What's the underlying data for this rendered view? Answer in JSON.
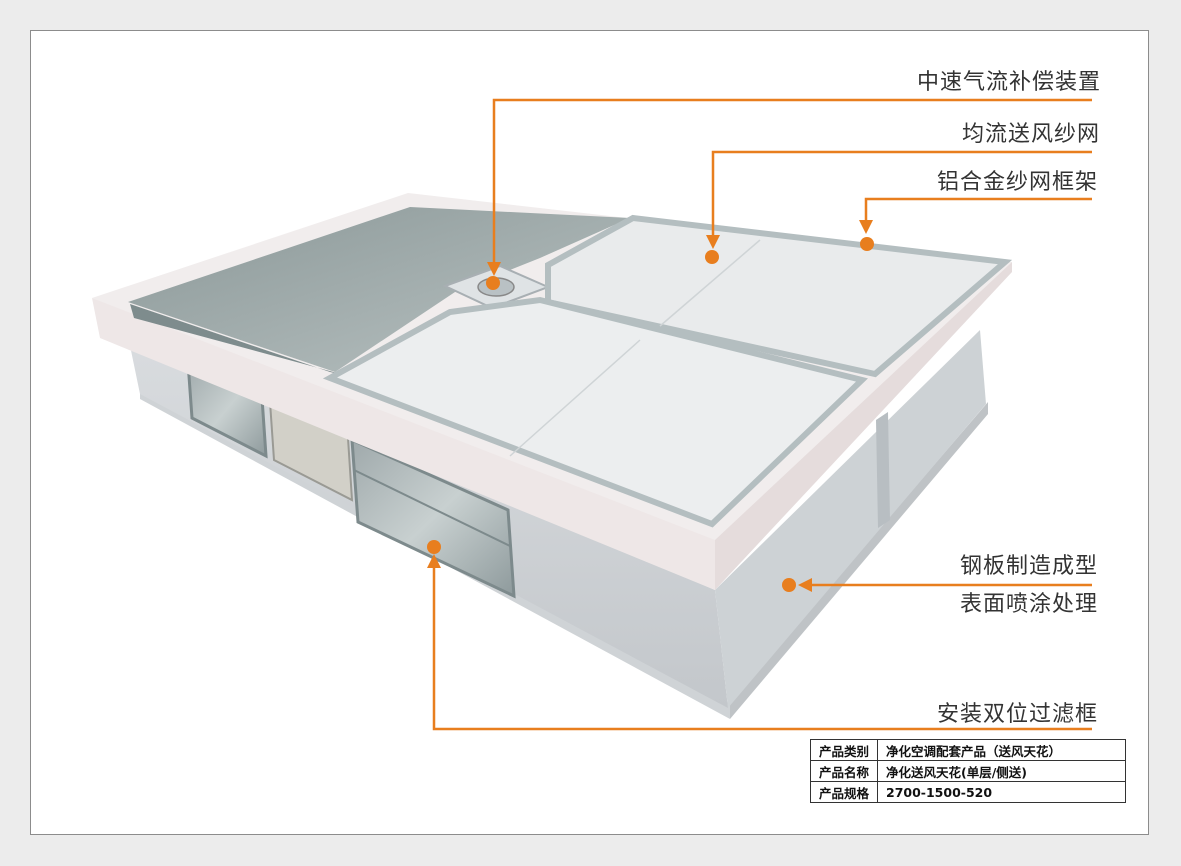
{
  "colors": {
    "accent": "#e87e1e",
    "frame_border": "#8c8c8c",
    "background": "#ececec"
  },
  "callouts": [
    "中速气流补偿装置",
    "均流送风纱网",
    "铝合金纱网框架",
    "钢板制造成型",
    "表面喷涂处理",
    "安装双位过滤框"
  ],
  "spec_table": {
    "rows": [
      {
        "key": "产品类别",
        "value": "净化空调配套产品（送风天花）"
      },
      {
        "key": "产品名称",
        "value": "净化送风天花(单层/侧送)"
      },
      {
        "key": "产品规格",
        "value": "2700-1500-520"
      }
    ]
  }
}
